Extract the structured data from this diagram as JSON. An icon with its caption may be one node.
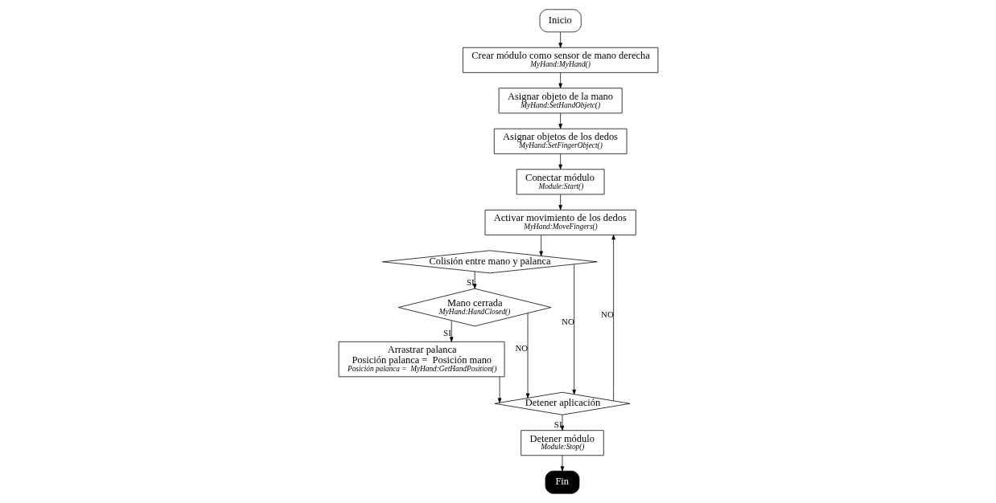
{
  "diagram": {
    "nodes": [
      {
        "text": [
          "Inicio"
        ]
      },
      {
        "text": [
          "Crear módulo como sensor de mano derecha",
          "MyHand:MyHand()"
        ]
      },
      {
        "text": [
          "Asignar objeto de la mano",
          "MyHand:SetHandObjetc()"
        ]
      },
      {
        "text": [
          "Asignar objetos de los dedos",
          "MyHand:SetFingerObject()"
        ]
      },
      {
        "text": [
          "Conectar módulo",
          "Module:Start()"
        ]
      },
      {
        "text": [
          "Activar movimiento de los dedos",
          "MyHand:MoveFingers()"
        ]
      },
      {
        "text": [
          "Colisión entre mano y palanca"
        ]
      },
      {
        "text": [
          "Mano cerrada",
          "MyHand:HandClosed()"
        ]
      },
      {
        "text": [
          "Arrastrar palanca",
          "Posición palanca =  Posición mano",
          "Posición palanca =  MyHand:GetHandPosition()"
        ]
      },
      {
        "text": [
          "Detener aplicación"
        ]
      },
      {
        "text": [
          "Detener módulo",
          "Module:Stop()"
        ]
      },
      {
        "text": [
          "Fin"
        ]
      }
    ],
    "edges": [
      {
        "from": 0,
        "to": 1,
        "arrow": "to"
      },
      {
        "from": 1,
        "to": 2,
        "arrow": "to"
      },
      {
        "from": 2,
        "to": 3,
        "arrow": "to"
      },
      {
        "from": 3,
        "to": 4,
        "arrow": "to"
      },
      {
        "from": 4,
        "to": 5,
        "arrow": "to"
      },
      {
        "from": 5,
        "to": 6,
        "arrow": "to"
      },
      {
        "from": 6,
        "to": 7,
        "label": "SI",
        "arrow": "to"
      },
      {
        "from": 6,
        "to": 9,
        "label": "NO",
        "arrow": "to"
      },
      {
        "from": 7,
        "to": 8,
        "label": "SI",
        "arrow": "to"
      },
      {
        "from": 7,
        "to": 9,
        "label": "NO",
        "arrow": "to"
      },
      {
        "from": 8,
        "to": 9,
        "arrow": "to"
      },
      {
        "from": 9,
        "to": 10,
        "label": "SI",
        "arrow": "to"
      },
      {
        "from": 9,
        "to": 5,
        "label": "NO",
        "arrow": "to"
      },
      {
        "from": 10,
        "to": 11,
        "arrow": "to"
      }
    ]
  }
}
